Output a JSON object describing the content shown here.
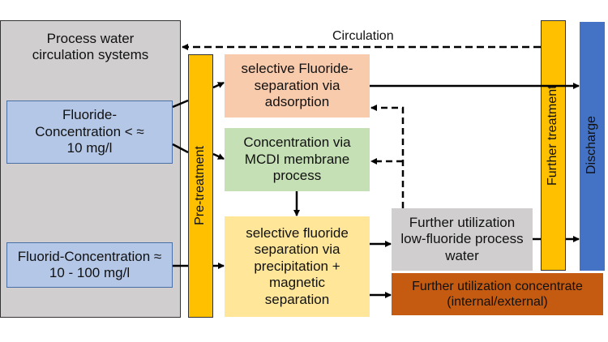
{
  "colors": {
    "process_system": "#d0cece",
    "fluoride_input": "#b4c7e7",
    "pretreatment": "#ffc000",
    "adsorption": "#f8cbad",
    "mcdi": "#c5e0b4",
    "precipitation": "#ffe699",
    "utilization_water": "#d0cece",
    "utilization_concentrate": "#c55a11",
    "further_treatment": "#ffc000",
    "discharge": "#4472c4"
  },
  "process_system": {
    "label": "Process water circulation systems"
  },
  "inputs": [
    {
      "label": "Fluoride-Concentration < ≈ 10 mg/l"
    },
    {
      "label": "Fluorid-Concentration ≈ 10 - 100 mg/l"
    }
  ],
  "pretreatment": {
    "label": "Pre-treatment"
  },
  "processes": {
    "adsorption": "selective Fluoride-separation via adsorption",
    "mcdi": "Concentration via MCDI membrane process",
    "precipitation": "selective fluoride separation via precipitation + magnetic separation"
  },
  "outputs": {
    "utilization_water": "Further utilization low-fluoride process water",
    "utilization_concentrate": "Further utilization concentrate (internal/external)"
  },
  "further_treatment": {
    "label": "Further treatment"
  },
  "discharge": {
    "label": "Discharge"
  },
  "circulation": {
    "label": "Circulation"
  }
}
